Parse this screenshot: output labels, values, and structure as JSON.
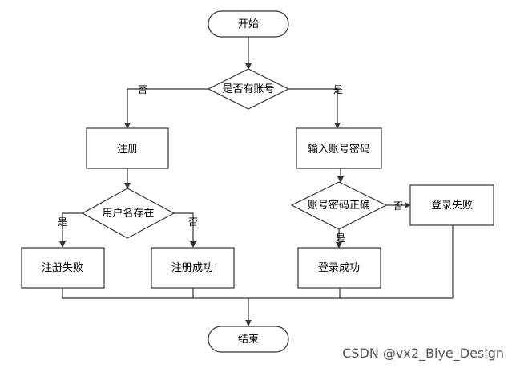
{
  "flowchart": {
    "nodes": {
      "start": "开始",
      "has_account": "是否有账号",
      "register": "注册",
      "enter_credentials": "输入账号密码",
      "username_exists": "用户名存在",
      "credentials_correct": "账号密码正确",
      "login_failed": "登录失败",
      "register_failed": "注册失败",
      "register_success": "注册成功",
      "login_success": "登录成功",
      "end": "结束"
    },
    "edges": {
      "has_account_no": "否",
      "has_account_yes": "是",
      "username_exists_yes": "是",
      "username_exists_no": "否",
      "credentials_correct_no": "否",
      "credentials_correct_yes": "是"
    }
  },
  "watermark": "CSDN @vx2_Biye_Design"
}
